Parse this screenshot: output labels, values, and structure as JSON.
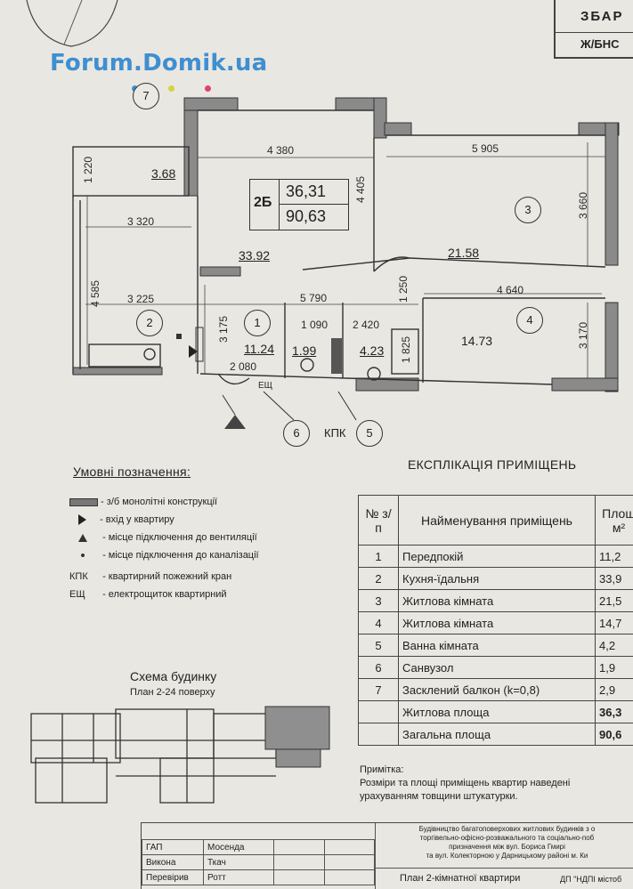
{
  "watermark": "Forum.Domik.ua",
  "corner": {
    "line1": "ЗБАР",
    "line2": "Ж/БНС"
  },
  "plan": {
    "apt_type": "2Б",
    "living_area": "36,31",
    "total_area": "90,63",
    "dims": [
      "4 380",
      "5 905",
      "1 220",
      "3 320",
      "4 405",
      "3 660",
      "4 585",
      "3 225",
      "5 790",
      "4 640",
      "1 250",
      "3 175",
      "1 090",
      "2 420",
      "1 825",
      "2 080",
      "3 170"
    ],
    "room_areas": [
      "3.68",
      "33.92",
      "21.58",
      "11.24",
      "1.99",
      "4.23",
      "14.73"
    ],
    "room_numbers": [
      "7",
      "3",
      "2",
      "1",
      "4",
      "6",
      "5"
    ],
    "kpk": "КПК",
    "eshch": "ЕЩ"
  },
  "legend": {
    "title": "Умовні позначення:",
    "items": [
      "- з/б монолітні конструкції",
      "- вхід у квартиру",
      "- місце підключення до вентиляції",
      "- місце підключення до каналізації"
    ],
    "abbr": [
      {
        "code": "КПК",
        "text": "- квартирний пожежний кран"
      },
      {
        "code": "ЕЩ",
        "text": "- електрощиток квартирний"
      }
    ]
  },
  "scheme": {
    "title": "Схема будинку",
    "subtitle": "План 2-24 поверху"
  },
  "explication": {
    "title": "ЕКСПЛІКАЦІЯ ПРИМІЩЕНЬ",
    "headers": [
      "№ з/п",
      "Найменування приміщень",
      "Площ м²"
    ],
    "rows": [
      [
        "1",
        "Передпокій",
        "11,2"
      ],
      [
        "2",
        "Кухня-їдальня",
        "33,9"
      ],
      [
        "3",
        "Житлова кімната",
        "21,5"
      ],
      [
        "4",
        "Житлова кімната",
        "14,7"
      ],
      [
        "5",
        "Ванна кімната",
        "4,2"
      ],
      [
        "6",
        "Санвузол",
        "1,9"
      ],
      [
        "7",
        "Засклений балкон (k=0,8)",
        "2,9"
      ]
    ],
    "living_label": "Житлова площа",
    "living_val": "36,3",
    "total_label": "Загальна площа",
    "total_val": "90,6"
  },
  "note": {
    "title": "Примітка:",
    "line1": "Розміри та площі приміщень квартир наведені",
    "line2": "урахуванням товщини штукатурки."
  },
  "project": {
    "line1": "Будівництво багатоповерхових житлових будинків з о",
    "line2": "торгівельно-офісно-розважального та соціально-поб",
    "line3": "призначення між вул. Бориса Гмирі",
    "line4": "та вул. Колекторною у Дарницькому районі м. Ки",
    "sheet": "План 2-кімнатної квартири",
    "org": "ДП \"НДПІ містоб"
  },
  "stamp": [
    {
      "role": "ГАП",
      "name": "Мосенда"
    },
    {
      "role": "Викона",
      "name": "Ткач"
    },
    {
      "role": "Перевірив",
      "name": "Ротт"
    }
  ]
}
